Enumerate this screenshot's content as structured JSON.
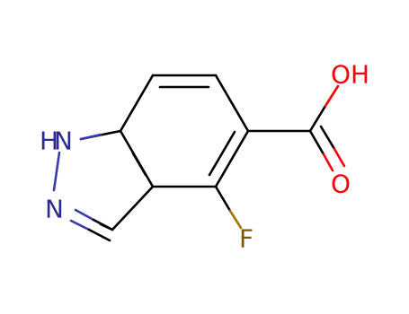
{
  "molecule": {
    "atoms": {
      "oh": "OH",
      "o": "O",
      "f": "F",
      "nh": "H",
      "nh_n": "N",
      "n": "N"
    },
    "colors": {
      "bond": "#000000",
      "oxygen": "#ff0d0d",
      "nitrogen": "#3050f8",
      "fluorine": "#90e050",
      "label_n": "#2c2b8f",
      "label_o": "#ff0000",
      "label_f": "#7d5a00",
      "label_bond_n": "#3a3aa8",
      "label_bond_o": "#ff0000",
      "label_bond_f": "#a07800"
    }
  }
}
